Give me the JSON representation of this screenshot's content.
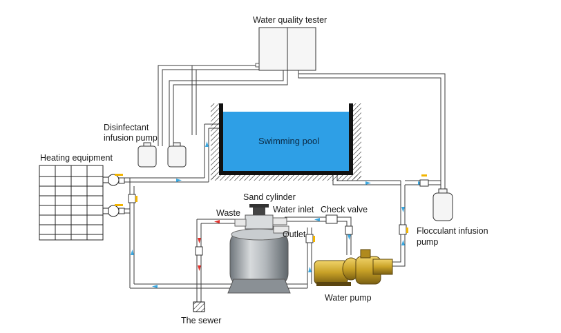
{
  "labels": {
    "tester": "Water quality tester",
    "pool": "Swimming pool",
    "disinfectant_line1": "Disinfectant",
    "disinfectant_line2": "infusion pump",
    "heating": "Heating equipment",
    "sand_cylinder": "Sand cylinder",
    "waste": "Waste",
    "water_inlet": "Water inlet",
    "check_valve": "Check valve",
    "outlet": "Outlet",
    "flocculant_line1": "Flocculant infusion",
    "flocculant_line2": "pump",
    "water_pump": "Water pump",
    "sewer": "The sewer"
  },
  "colors": {
    "pool_water": "#2e9fe6",
    "pipe_outline": "#3a3a3a",
    "flow_arrow": "#3aa7e0",
    "waste_arrow": "#e0302a",
    "valve_handle": "#f2b400",
    "pump_body": "#c9a227",
    "filter_body": "#9da3a8"
  }
}
